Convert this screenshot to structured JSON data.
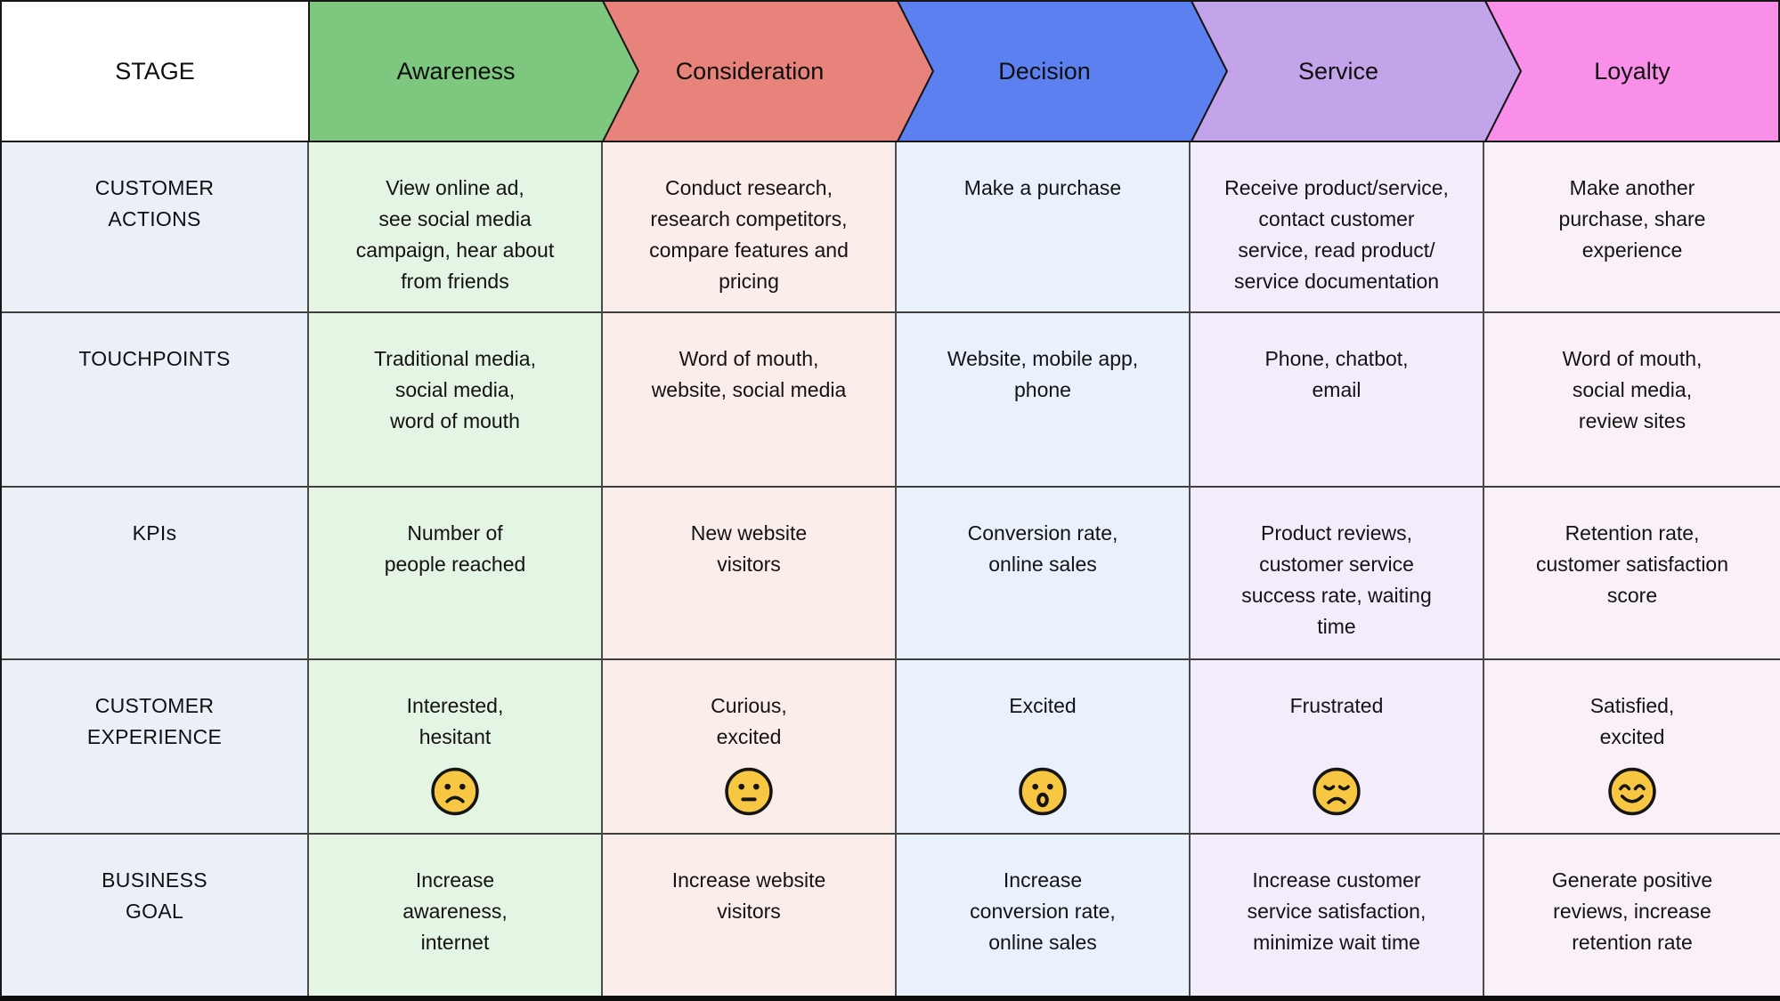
{
  "table": {
    "corner_label": "STAGE",
    "stages": [
      {
        "label": "Awareness",
        "header_color": "#7EC77F",
        "tint": "#E5F5E3"
      },
      {
        "label": "Consideration",
        "header_color": "#E8837B",
        "tint": "#FBEDE9"
      },
      {
        "label": "Decision",
        "header_color": "#5C80F0",
        "tint": "#E9F1FC"
      },
      {
        "label": "Service",
        "header_color": "#C3A3EA",
        "tint": "#F3EDFB"
      },
      {
        "label": "Loyalty",
        "header_color": "#F98FE9",
        "tint": "#FAF0F7"
      }
    ],
    "rows": [
      {
        "id": "customer-actions",
        "label": "CUSTOMER\nACTIONS",
        "cells": [
          "View online ad,\nsee social media\ncampaign, hear about\nfrom friends",
          "Conduct research,\nresearch competitors,\ncompare features and\npricing",
          "Make a purchase",
          "Receive product/service,\ncontact customer\nservice, read product/\nservice documentation",
          "Make another\npurchase, share\nexperience"
        ]
      },
      {
        "id": "touchpoints",
        "label": "TOUCHPOINTS",
        "cells": [
          "Traditional media,\nsocial media,\nword of mouth",
          "Word of mouth,\nwebsite, social media",
          "Website, mobile app,\nphone",
          "Phone, chatbot,\nemail",
          "Word of mouth,\nsocial media,\nreview sites"
        ]
      },
      {
        "id": "kpis",
        "label": "KPIs",
        "cells": [
          "Number of\npeople reached",
          "New website\nvisitors",
          "Conversion rate,\nonline sales",
          "Product reviews,\ncustomer service\nsuccess rate, waiting\ntime",
          "Retention rate,\ncustomer satisfaction\nscore"
        ]
      },
      {
        "id": "customer-experience",
        "label": "CUSTOMER\nEXPERIENCE",
        "cells": [
          "Interested,\nhesitant",
          "Curious,\nexcited",
          "Excited",
          "Frustrated",
          "Satisfied,\nexcited"
        ],
        "emojis": [
          "slightly-frowning-face-icon",
          "neutral-face-icon",
          "surprised-face-icon",
          "weary-face-icon",
          "smiling-face-icon"
        ]
      },
      {
        "id": "business-goal",
        "label": "BUSINESS\nGOAL",
        "cells": [
          "Increase\nawareness,\ninternet",
          "Increase website\nvisitors",
          "Increase\nconversion rate,\nonline sales",
          "Increase customer\nservice satisfaction,\nminimize wait time",
          "Generate positive\nreviews, increase\nretention rate"
        ]
      }
    ],
    "colors": {
      "label_column_tint": "#EBEFF8",
      "grid_line": "#3f3f3f",
      "outline": "#161616",
      "emoji_fill": "#F7C643",
      "emoji_stroke": "#151515",
      "bottom_bar": "#0d0d0d",
      "corner_background": "#ffffff"
    }
  }
}
